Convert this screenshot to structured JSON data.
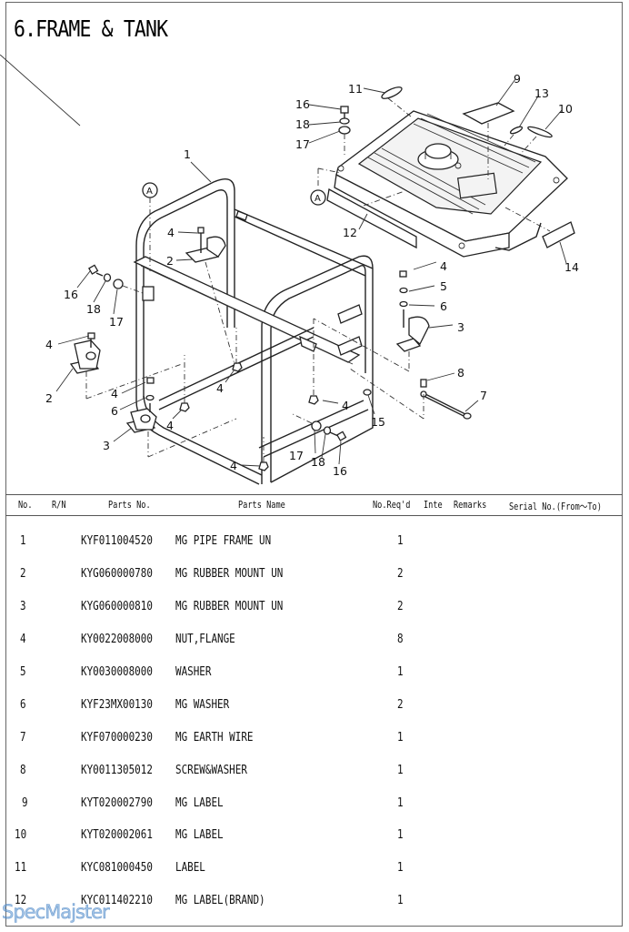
{
  "title": "6.FRAME & TANK",
  "diagram": {
    "callouts": {
      "c1": "1",
      "c2a": "2",
      "c2b": "2",
      "c3a": "3",
      "c3b": "3",
      "c4a": "4",
      "c4b": "4",
      "c4c": "4",
      "c4d": "4",
      "c4e": "4",
      "c4f": "4",
      "c4g": "4",
      "c4h": "4",
      "c5": "5",
      "c6a": "6",
      "c6b": "6",
      "c7": "7",
      "c8": "8",
      "c9": "9",
      "c10": "10",
      "c11": "11",
      "c12": "12",
      "c13": "13",
      "c14": "14",
      "c15": "15",
      "c16a": "16",
      "c16b": "16",
      "c16c": "16",
      "c17a": "17",
      "c17b": "17",
      "c17c": "17",
      "c18a": "18",
      "c18b": "18",
      "c18c": "18",
      "refA1": "A",
      "refA2": "A"
    }
  },
  "table": {
    "headers": {
      "no": "No.",
      "rn": "R/N",
      "parts_no": "Parts No.",
      "parts_name": "Parts Name",
      "qty": "No.Req'd",
      "inte": "Inte",
      "remarks": "Remarks",
      "serial": "Serial No.(From～To)"
    },
    "rows": [
      {
        "no": "1",
        "parts_no": "KYF011004520",
        "name": "MG PIPE FRAME UN",
        "qty": "1"
      },
      {
        "no": "2",
        "parts_no": "KYG060000780",
        "name": "MG RUBBER MOUNT UN",
        "qty": "2"
      },
      {
        "no": "3",
        "parts_no": "KYG060000810",
        "name": "MG RUBBER MOUNT UN",
        "qty": "2"
      },
      {
        "no": "4",
        "parts_no": "KY0022008000",
        "name": "NUT,FLANGE",
        "qty": "8"
      },
      {
        "no": "5",
        "parts_no": "KY0030008000",
        "name": "WASHER",
        "qty": "1"
      },
      {
        "no": "6",
        "parts_no": "KYF23MX00130",
        "name": "MG WASHER",
        "qty": "2"
      },
      {
        "no": "7",
        "parts_no": "KYF070000230",
        "name": "MG EARTH WIRE",
        "qty": "1"
      },
      {
        "no": "8",
        "parts_no": "KY0011305012",
        "name": "SCREW&WASHER",
        "qty": "1"
      },
      {
        "no": "9",
        "parts_no": "KYT020002790",
        "name": "MG LABEL",
        "qty": "1"
      },
      {
        "no": "10",
        "parts_no": "KYT020002061",
        "name": "MG LABEL",
        "qty": "1"
      },
      {
        "no": "11",
        "parts_no": "KYC081000450",
        "name": "LABEL",
        "qty": "1"
      },
      {
        "no": "12",
        "parts_no": "KYC011402210",
        "name": "MG LABEL(BRAND)",
        "qty": "1"
      }
    ]
  },
  "watermark": "SpecMajster"
}
